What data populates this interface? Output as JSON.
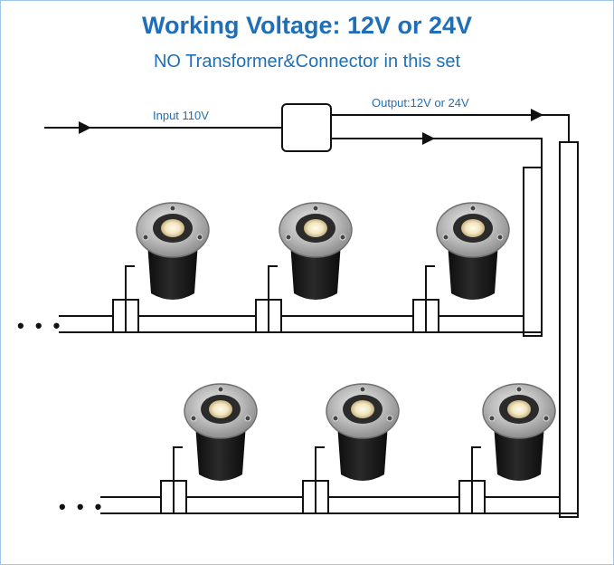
{
  "header": {
    "title": "Working Voltage: 12V or 24V",
    "subtitle": "NO Transformer&Connector in this set"
  },
  "diagram": {
    "input_label": "Input 110V",
    "output_label": "Output:12V or 24V",
    "continuation": "• • •",
    "lights_per_row": 3,
    "rows": 2,
    "colors": {
      "title": "#1f6fb8",
      "wire": "#111111",
      "housing": "#1c1c1c",
      "steel_ring": "#b9b9b9",
      "led": "#f2e6c4"
    }
  }
}
